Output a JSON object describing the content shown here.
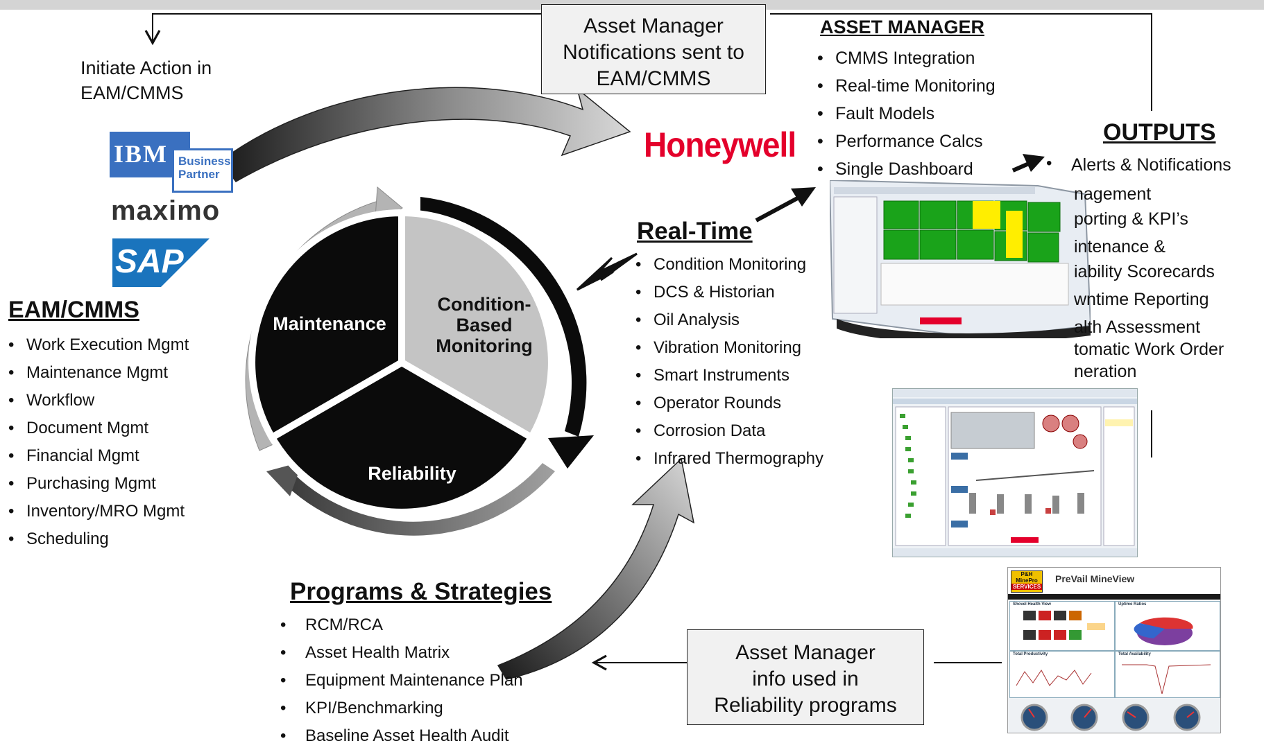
{
  "notify_box": [
    "Asset Manager",
    "Notifications sent to",
    "EAM/CMMS"
  ],
  "initiate": [
    "Initiate Action in",
    "EAM/CMMS"
  ],
  "logos": {
    "ibm": "IBM",
    "ibm_partner": [
      "Business",
      "Partner"
    ],
    "maximo": "maximo",
    "sap": "SAP",
    "honeywell": "Honeywell"
  },
  "eam": {
    "title": "EAM/CMMS",
    "items": [
      "Work Execution Mgmt",
      "Maintenance Mgmt",
      "Workflow",
      "Document Mgmt",
      "Financial Mgmt",
      "Purchasing Mgmt",
      "Inventory/MRO Mgmt",
      "Scheduling"
    ]
  },
  "cycle": {
    "maintenance": "Maintenance",
    "cbm": [
      "Condition-",
      "Based",
      "Monitoring"
    ],
    "reliability": "Reliability"
  },
  "asset_manager": {
    "title": "ASSET MANAGER",
    "items": [
      "CMMS Integration",
      "Real-time Monitoring",
      "Fault Models",
      "Performance Calcs",
      "Single Dashboard"
    ]
  },
  "outputs": {
    "title": "OUTPUTS",
    "items": [
      "Alerts & Notifications",
      "nagement",
      "porting & KPI’s",
      "intenance &",
      "iability Scorecards",
      "wntime Reporting",
      "alth Assessment",
      "tomatic Work Order",
      "neration"
    ]
  },
  "realtime": {
    "title": "Real-Time",
    "items": [
      "Condition Monitoring",
      "DCS & Historian",
      "Oil Analysis",
      "Vibration Monitoring",
      "Smart Instruments",
      "Operator Rounds",
      "Corrosion Data",
      "Infrared Thermography"
    ]
  },
  "programs": {
    "title": "Programs & Strategies",
    "items": [
      "RCM/RCA",
      "Asset Health Matrix",
      "Equipment Maintenance Plan",
      "KPI/Benchmarking",
      "Baseline Asset Health Audit"
    ]
  },
  "info_box": [
    "Asset Manager",
    "info used in",
    "Reliability programs"
  ],
  "mineview": {
    "brand": [
      "P&H",
      "MinePro",
      "SERVICES"
    ],
    "title": "PreVail MineView",
    "panels": [
      "Shovel Health View",
      "Uptime Ratios",
      "Total Productivity",
      "Total Availability"
    ]
  },
  "colors": {
    "honeywell_red": "#e4002b",
    "ibm_blue": "#3a70c0",
    "sap_blue": "#1a74bd",
    "grid_green": "#1aa31a",
    "grid_yellow": "#ffee00"
  }
}
